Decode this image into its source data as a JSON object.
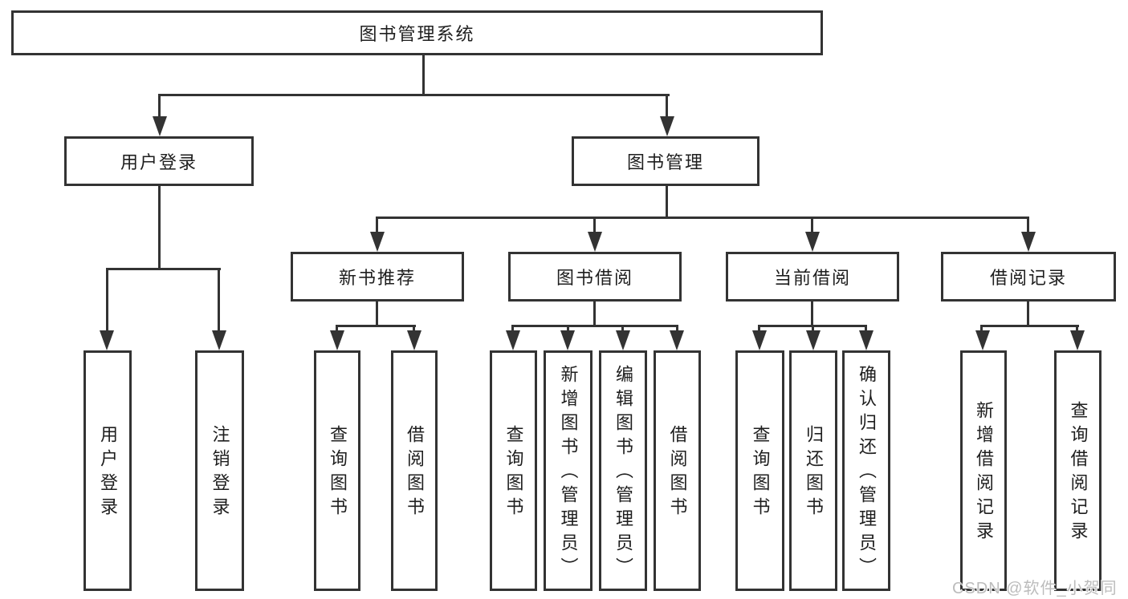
{
  "title": "图书管理系统",
  "watermark": "CSDN @软件_小贺同学",
  "colors": {
    "line": "#333333",
    "box_border": "#333333",
    "box_background": "#ffffff",
    "text": "#1e1e1e",
    "watermark_text": "#bcbcbc",
    "page_background": "#ffffff"
  },
  "tree": {
    "root": {
      "label": "图书管理系统"
    },
    "level2": [
      {
        "label": "用户登录"
      },
      {
        "label": "图书管理"
      }
    ],
    "level3": [
      {
        "label": "新书推荐"
      },
      {
        "label": "图书借阅"
      },
      {
        "label": "当前借阅"
      },
      {
        "label": "借阅记录"
      }
    ],
    "leaves": {
      "user_login": [
        "用户登录",
        "注销登录"
      ],
      "new_books": [
        "查询图书",
        "借阅图书"
      ],
      "book_borrow": [
        "查询图书",
        "新增图书（管理员）",
        "编辑图书（管理员）",
        "借阅图书"
      ],
      "current_borrow": [
        "查询图书",
        "归还图书",
        "确认归还（管理员）"
      ],
      "borrow_records": [
        "新增借阅记录",
        "查询借阅记录"
      ]
    }
  }
}
